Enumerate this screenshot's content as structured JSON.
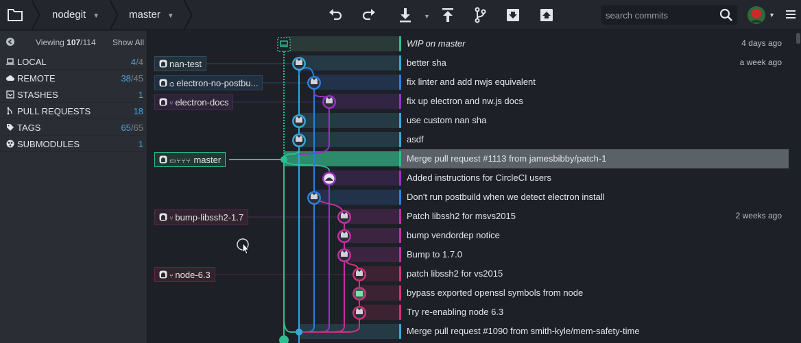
{
  "toolbar": {
    "repo": "nodegit",
    "branch": "master",
    "search_placeholder": "search commits"
  },
  "left": {
    "viewing_prefix": "Viewing ",
    "viewing_count": "107",
    "viewing_total": "/114",
    "show_all": "Show All",
    "sections": [
      {
        "label": "LOCAL",
        "count": "4",
        "total": "/4"
      },
      {
        "label": "REMOTE",
        "count": "38",
        "total": "/45"
      },
      {
        "label": "STASHES",
        "count": "1",
        "total": ""
      },
      {
        "label": "PULL REQUESTS",
        "count": "18",
        "total": ""
      },
      {
        "label": "TAGS",
        "count": "65",
        "total": "/65"
      },
      {
        "label": "SUBMODULES",
        "count": "1",
        "total": ""
      }
    ]
  },
  "tags": [
    {
      "label": "nan-test"
    },
    {
      "label": "electron-no-postbu..."
    },
    {
      "label": "electron-docs"
    },
    {
      "label": "master"
    },
    {
      "label": "bump-libssh2-1.7"
    },
    {
      "label": "node-6.3"
    }
  ],
  "commits": [
    {
      "msg": "WIP on master",
      "when": "4 days ago"
    },
    {
      "msg": "better sha",
      "when": "a week ago"
    },
    {
      "msg": "fix linter and add nwjs equivalent",
      "when": ""
    },
    {
      "msg": "fix up electron and nw.js docs",
      "when": ""
    },
    {
      "msg": "use custom nan sha",
      "when": ""
    },
    {
      "msg": "asdf",
      "when": ""
    },
    {
      "msg": "Merge pull request #1113 from jamesbibby/patch-1",
      "when": ""
    },
    {
      "msg": "Added instructions for CircleCI users",
      "when": ""
    },
    {
      "msg": "Don't run postbuild when we detect electron install",
      "when": ""
    },
    {
      "msg": "Patch libssh2 for msvs2015",
      "when": "2 weeks ago"
    },
    {
      "msg": "bump vendordep notice",
      "when": ""
    },
    {
      "msg": "Bump to 1.7.0",
      "when": ""
    },
    {
      "msg": "patch libssh2 for vs2015",
      "when": ""
    },
    {
      "msg": "bypass exported openssl symbols from node",
      "when": ""
    },
    {
      "msg": "Try re-enabling node 6.3",
      "when": ""
    },
    {
      "msg": "Merge pull request #1090 from smith-kyle/mem-safety-time",
      "when": ""
    }
  ],
  "colors": {
    "teal": "#2bbf8f",
    "cyan": "#36a8d8",
    "blue": "#2a7fe0",
    "purple": "#9b2fc8",
    "magenta": "#c02fa0",
    "pink": "#d42f7a"
  }
}
